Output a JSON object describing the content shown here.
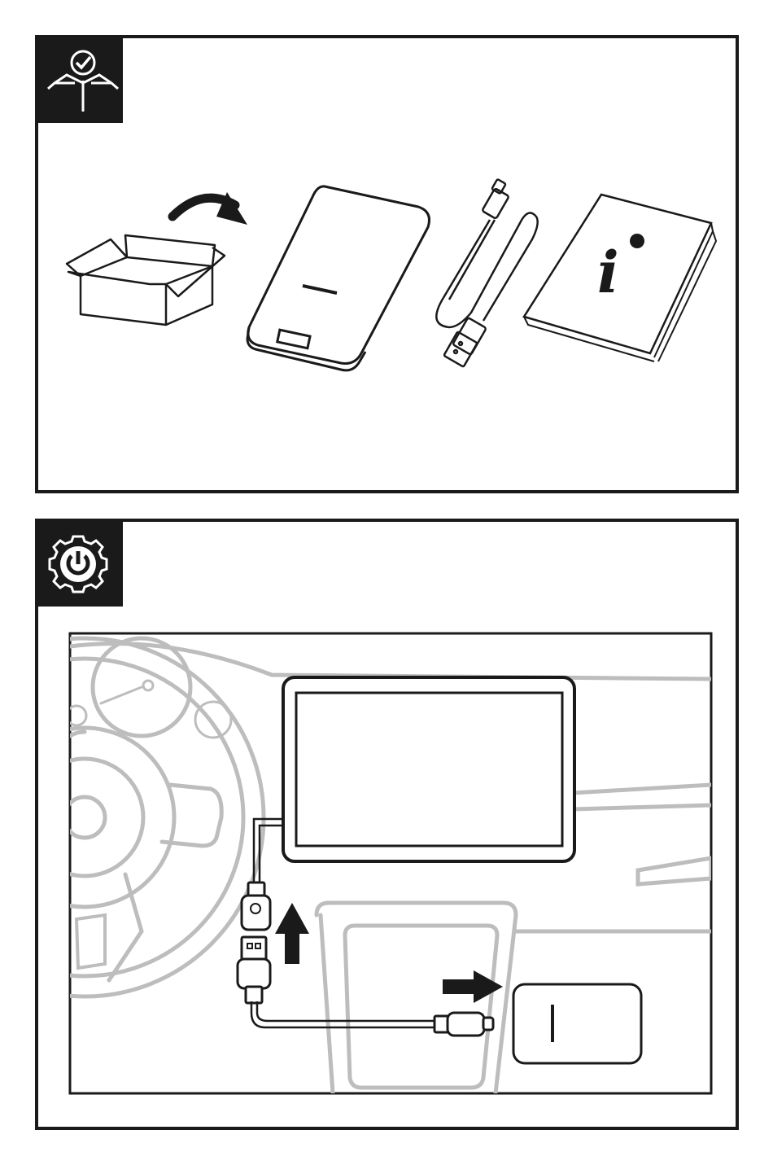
{
  "panels": [
    {
      "id": "unboxing",
      "badge_icon": "package-contents-check-icon",
      "items": [
        "cardboard-box-icon",
        "arrow-curved-icon",
        "wireless-adapter-icon",
        "usb-cable-icon",
        "manual-info-icon"
      ]
    },
    {
      "id": "installation",
      "badge_icon": "power-gear-icon",
      "items": [
        "car-dashboard-icon",
        "infotainment-screen-icon",
        "usb-port-icon",
        "usb-plug-icon",
        "arrow-up-icon",
        "arrow-right-icon",
        "adapter-device-icon"
      ]
    }
  ],
  "manual_glyph": "i",
  "colors": {
    "ink": "#1a1a1a",
    "line_gray": "#bdbdbd",
    "background": "#ffffff"
  }
}
